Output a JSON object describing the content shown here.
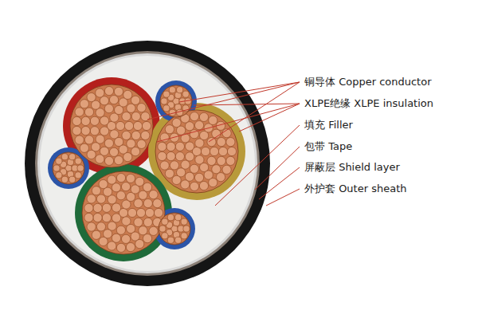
{
  "diagram": {
    "labels": [
      "铜导体 Copper conductor",
      "XLPE绝缘 XLPE insulation",
      "填充 Filler",
      "包带 Tape",
      "屏蔽层 Shield layer",
      "外护套 Outer sheath"
    ]
  }
}
